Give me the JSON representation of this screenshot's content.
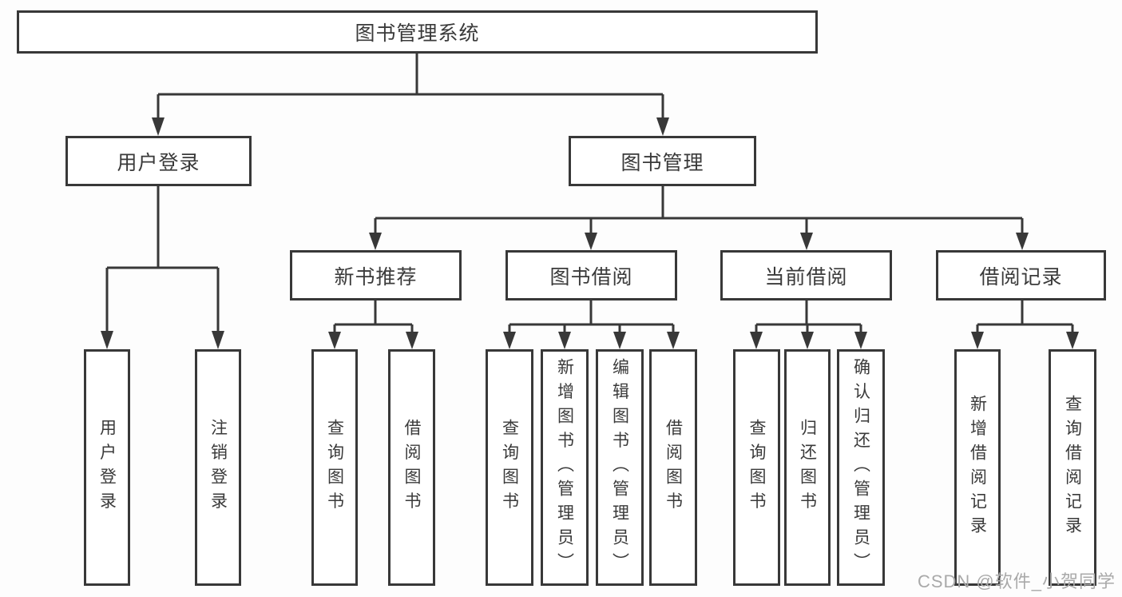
{
  "tree": {
    "root": "图书管理系统",
    "branches": [
      {
        "label": "用户登录",
        "children": [
          "用户登录",
          "注销登录"
        ]
      },
      {
        "label": "图书管理",
        "groups": [
          {
            "label": "新书推荐",
            "children": [
              "查询图书",
              "借阅图书"
            ]
          },
          {
            "label": "图书借阅",
            "children": [
              "查询图书",
              "新增图书（管理员）",
              "编辑图书（管理员）",
              "借阅图书"
            ]
          },
          {
            "label": "当前借阅",
            "children": [
              "查询图书",
              "归还图书",
              "确认归还（管理员）"
            ]
          },
          {
            "label": "借阅记录",
            "children": [
              "新增借阅记录",
              "查询借阅记录"
            ]
          }
        ]
      }
    ]
  },
  "watermark": "CSDN @软件_小贺同学",
  "colors": {
    "line": "#383838",
    "text": "#3a3a3a",
    "background": "#fdfdfd",
    "watermark": "#a9a9a9"
  }
}
